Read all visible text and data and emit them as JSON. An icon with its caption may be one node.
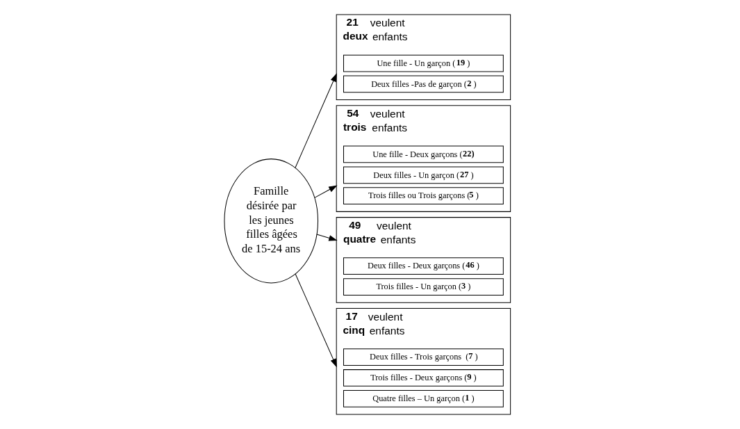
{
  "diagram": {
    "nodes": [
      {
        "text": [
          "Famille désirée par les jeunes filles âgées de 15-24 ans"
        ]
      },
      {
        "text": [
          "**21** veulent **deux** enfants"
        ]
      },
      {
        "text": [
          "Une fille - Un garçon (**19**)"
        ],
        "in": 1
      },
      {
        "text": [
          "Deux filles -Pas de garçon (**2**)"
        ],
        "in": 1
      },
      {
        "text": [
          "**54** veulent **trois** enfants"
        ]
      },
      {
        "text": [
          "Une fille - Deux garçons (**22)**"
        ],
        "in": 4
      },
      {
        "text": [
          "Deux filles - Un garçon (**27**)"
        ],
        "in": 4
      },
      {
        "text": [
          "Trois filles ou Trois garçons (**5**)"
        ],
        "in": 4
      },
      {
        "text": [
          "**49** veulent **quatre** enfants"
        ]
      },
      {
        "text": [
          "Deux filles - Deux garçons (**46**)"
        ],
        "in": 8
      },
      {
        "text": [
          "Trois filles - Un garçon (**3**)"
        ],
        "in": 8
      },
      {
        "text": [
          "**17** veulent **cinq** enfants"
        ]
      },
      {
        "text": [
          "Deux filles - Trois garçons  (**7**)"
        ],
        "in": 11
      },
      {
        "text": [
          "Trois filles - Deux garçons (**9**)"
        ],
        "in": 11
      },
      {
        "text": [
          "Quatre filles – Un garçon (**1**)"
        ],
        "in": 11
      }
    ],
    "edges": [
      {
        "from": 0,
        "to": 1,
        "arrow": "to"
      },
      {
        "from": 0,
        "to": 4,
        "arrow": "to"
      },
      {
        "from": 0,
        "to": 8,
        "arrow": "to"
      },
      {
        "from": 0,
        "to": 11,
        "arrow": "to"
      }
    ]
  }
}
